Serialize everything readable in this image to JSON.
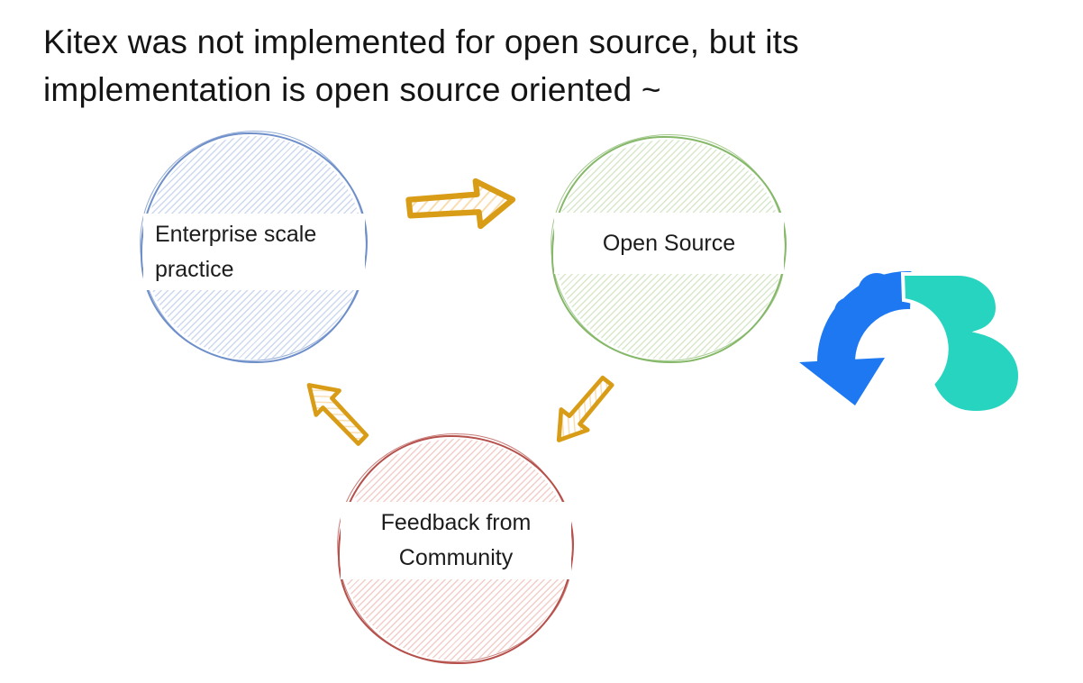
{
  "title": {
    "text": "Kitex was not implemented for open source, but its\nimplementation is open source oriented ~"
  },
  "diagram": {
    "nodes": [
      {
        "id": "enterprise",
        "label": "Enterprise scale\npractice",
        "stroke_color": "#6e8fc9",
        "hatch_color": "#ccd9f0"
      },
      {
        "id": "open-source",
        "label": "Open Source",
        "stroke_color": "#85b868",
        "hatch_color": "#d6e7ca"
      },
      {
        "id": "feedback",
        "label": "Feedback from\nCommunity",
        "stroke_color": "#b5504b",
        "hatch_color": "#f2cdc9"
      }
    ],
    "arrows": [
      {
        "from": "enterprise",
        "to": "open-source",
        "direction": "right"
      },
      {
        "from": "open-source",
        "to": "feedback",
        "direction": "down-left"
      },
      {
        "from": "feedback",
        "to": "enterprise",
        "direction": "up-left"
      }
    ],
    "arrow_color": "#d99c17",
    "arrow_hatch_color": "#f9ddb0"
  },
  "logo": {
    "name": "cloudwego-logo",
    "arrow_blue": "#1e78f2",
    "cloud_teal": "#26d4bf"
  }
}
